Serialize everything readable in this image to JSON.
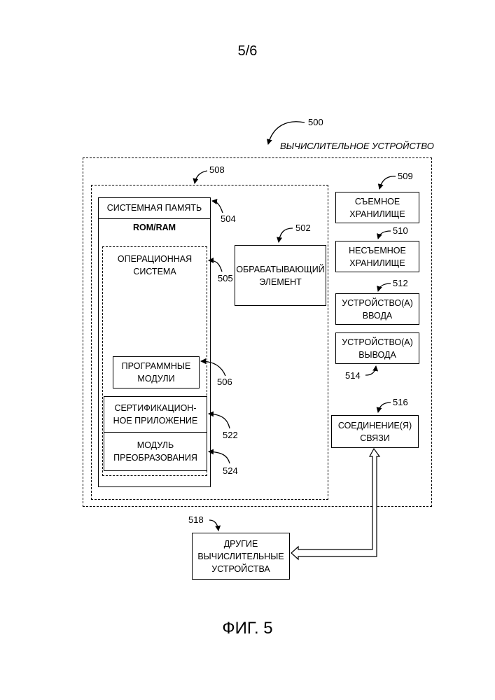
{
  "header": {
    "page_number": "5/6"
  },
  "figure": {
    "caption": "ФИГ. 5",
    "device": {
      "ref": "500",
      "title": "ВЫЧИСЛИТЕЛЬНОЕ УСТРОЙСТВО"
    },
    "inner_group": {
      "ref": "508"
    },
    "system_memory": {
      "ref": "504",
      "title": "СИСТЕМНАЯ ПАМЯТЬ",
      "subtitle": "ROM/RAM"
    },
    "operating_system": {
      "ref": "505",
      "line1": "ОПЕРАЦИОННАЯ",
      "line2": "СИСТЕМА"
    },
    "program_modules": {
      "ref": "506",
      "line1": "ПРОГРАММНЫЕ",
      "line2": "МОДУЛИ"
    },
    "cert_app": {
      "ref": "522",
      "line1": "СЕРТИФИКАЦИОН-",
      "line2": "НОЕ ПРИЛОЖЕНИЕ"
    },
    "transform_module": {
      "ref": "524",
      "line1": "МОДУЛЬ",
      "line2": "ПРЕОБРАЗОВАНИЯ"
    },
    "processing_unit": {
      "ref": "502",
      "line1": "ОБРАБАТЫВАЮЩИЙ",
      "line2": "ЭЛЕМЕНТ"
    },
    "removable_storage": {
      "ref": "509",
      "line1": "СЪЕМНОЕ",
      "line2": "ХРАНИЛИЩЕ"
    },
    "non_removable_storage": {
      "ref": "510",
      "line1": "НЕСЪЕМНОЕ",
      "line2": "ХРАНИЛИЩЕ"
    },
    "input_devices": {
      "ref": "512",
      "line1": "УСТРОЙСТВО(А)",
      "line2": "ВВОДА"
    },
    "output_devices": {
      "ref": "514",
      "line1": "УСТРОЙСТВО(А)",
      "line2": "ВЫВОДА"
    },
    "communication": {
      "ref": "516",
      "line1": "СОЕДИНЕНИЕ(Я)",
      "line2": "СВЯЗИ"
    },
    "other_devices": {
      "ref": "518",
      "line1": "ДРУГИЕ",
      "line2": "ВЫЧИСЛИТЕЛЬНЫЕ",
      "line3": "УСТРОЙСТВА"
    }
  }
}
